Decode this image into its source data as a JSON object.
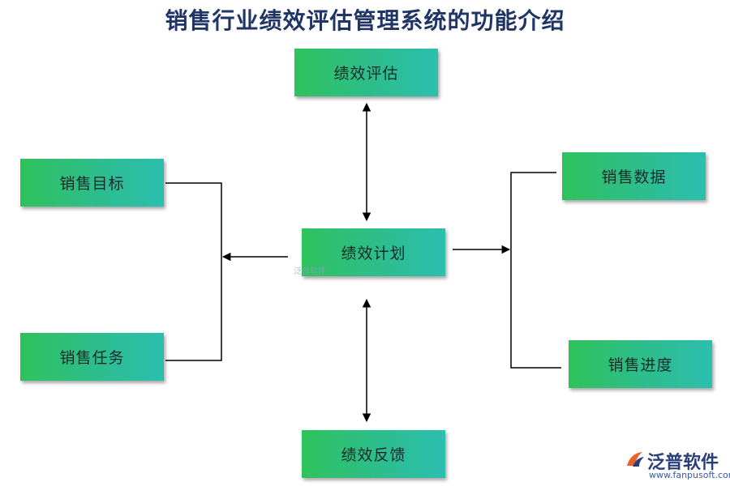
{
  "title": "销售行业绩效评估管理系统的功能介绍",
  "nodes": {
    "evaluation": "绩效评估",
    "plan": "绩效计划",
    "feedback": "绩效反馈",
    "sales_target": "销售目标",
    "sales_task": "销售任务",
    "sales_data": "销售数据",
    "sales_progress": "销售进度"
  },
  "watermark": {
    "small_text": "泛普软件",
    "logo_name": "泛普软件",
    "logo_url": "www.fanpusoft.com"
  },
  "colors": {
    "node_green": "#2ec25c",
    "node_teal": "#2bbfae",
    "title": "#1f3566",
    "line": "#000000"
  }
}
